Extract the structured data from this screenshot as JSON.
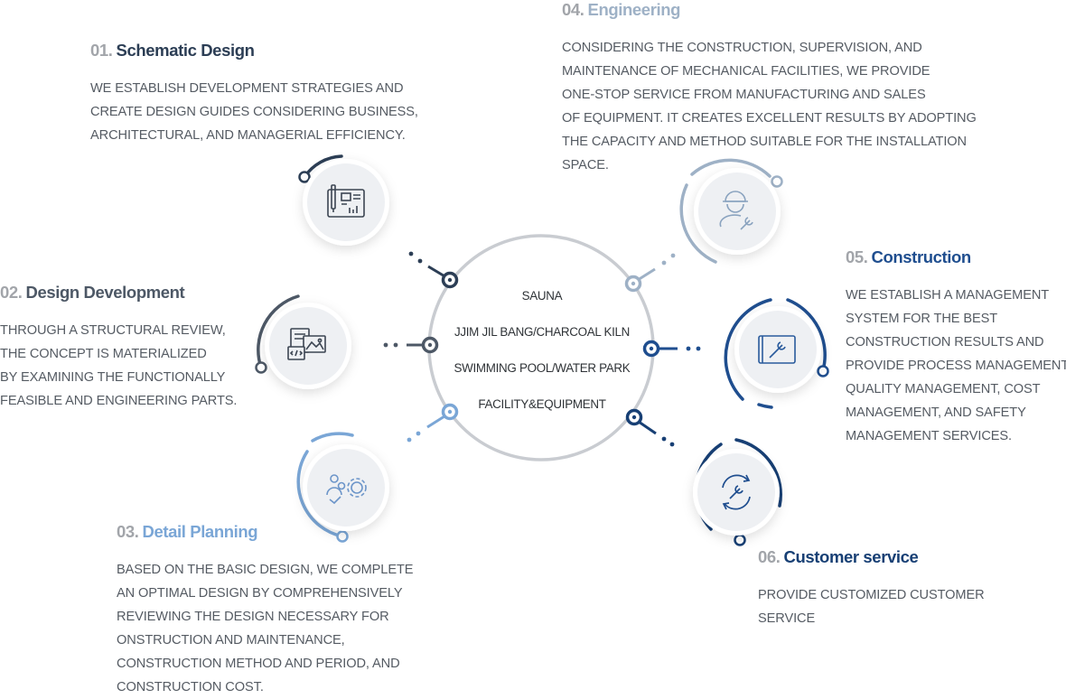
{
  "center_items": [
    "SAUNA",
    "JJIM JIL BANG/CHARCOAL KILN",
    "SWIMMING POOL/WATER PARK",
    "FACILITY&EQUIPMENT"
  ],
  "steps": [
    {
      "num": "01.",
      "title": "Schematic Design",
      "color": "#2c3e55",
      "icon": "blueprint-icon",
      "lines": [
        "WE ESTABLISH DEVELOPMENT STRATEGIES AND",
        "CREATE DESIGN GUIDES CONSIDERING BUSINESS,",
        "ARCHITECTURAL, AND MANAGERIAL EFFICIENCY."
      ]
    },
    {
      "num": "02.",
      "title": "Design Development",
      "color": "#4d5866",
      "icon": "code-document-icon",
      "lines": [
        "THROUGH A STRUCTURAL REVIEW,",
        "THE CONCEPT IS MATERIALIZED",
        "BY EXAMINING THE FUNCTIONALLY",
        "FEASIBLE AND ENGINEERING PARTS."
      ]
    },
    {
      "num": "03.",
      "title": "Detail Planning",
      "color": "#7aa6d6",
      "icon": "people-gear-icon",
      "lines": [
        "BASED ON THE BASIC DESIGN, WE COMPLETE",
        "AN OPTIMAL DESIGN BY COMPREHENSIVELY",
        "REVIEWING THE DESIGN NECESSARY FOR",
        "ONSTRUCTION AND MAINTENANCE,",
        "CONSTRUCTION METHOD AND PERIOD, AND",
        "CONSTRUCTION COST."
      ]
    },
    {
      "num": "04.",
      "title": "Engineering",
      "color": "#9eb1c6",
      "icon": "engineer-icon",
      "lines": [
        "CONSIDERING THE CONSTRUCTION, SUPERVISION, AND",
        "MAINTENANCE OF MECHANICAL FACILITIES, WE PROVIDE",
        "ONE-STOP SERVICE FROM MANUFACTURING AND SALES",
        "OF EQUIPMENT. IT CREATES EXCELLENT RESULTS BY ADOPTING",
        "THE CAPACITY AND METHOD SUITABLE FOR THE INSTALLATION",
        "SPACE."
      ]
    },
    {
      "num": "05.",
      "title": "Construction",
      "color": "#1f4e8f",
      "icon": "wrench-blueprint-icon",
      "lines": [
        "WE ESTABLISH A MANAGEMENT",
        "SYSTEM FOR THE BEST",
        "CONSTRUCTION RESULTS AND",
        "PROVIDE PROCESS MANAGEMENT,",
        "QUALITY MANAGEMENT, COST",
        "MANAGEMENT, AND SAFETY",
        "MANAGEMENT SERVICES."
      ]
    },
    {
      "num": "06.",
      "title": "Customer service",
      "color": "#173f74",
      "icon": "service-cycle-icon",
      "lines": [
        "PROVIDE CUSTOMIZED CUSTOMER",
        "SERVICE"
      ]
    }
  ]
}
